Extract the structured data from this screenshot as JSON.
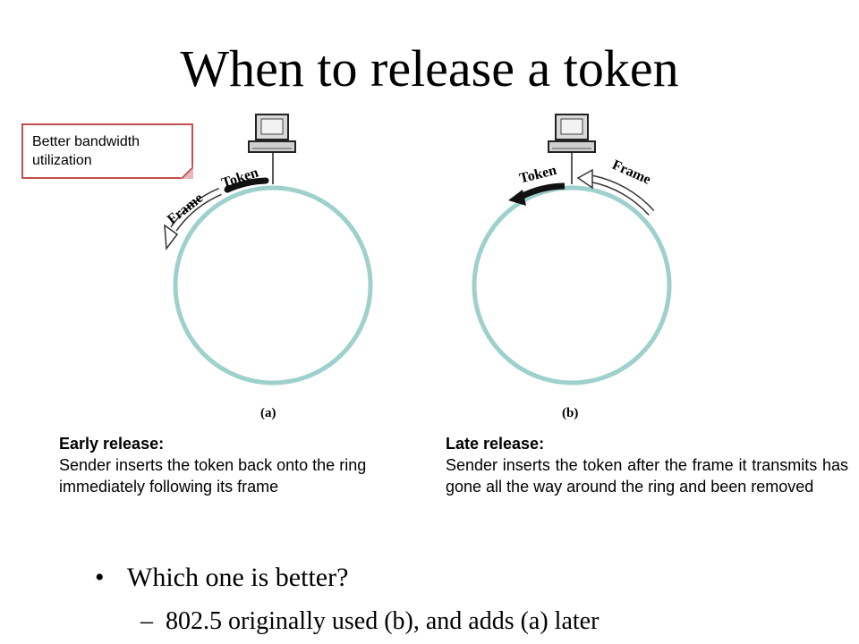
{
  "slide": {
    "title": "When to release a token",
    "callout": "Better bandwidth utilization",
    "diagram": {
      "ring_color": "#9ed0cc",
      "accent_color": "#c0504d",
      "a": {
        "token_label": "Token",
        "frame_label": "Frame",
        "caption": "(a)"
      },
      "b": {
        "token_label": "Token",
        "frame_label": "Frame",
        "caption": "(b)"
      }
    },
    "early": {
      "heading": "Early release:",
      "body": "Sender inserts the token back onto the ring immediately following its frame"
    },
    "late": {
      "heading": "Late release:",
      "body": "Sender inserts the token after the frame it transmits has gone all the way around the ring and been removed"
    },
    "bullets": [
      {
        "text": "Which one is better?",
        "marker": "•"
      },
      {
        "text": "802.5 originally used (b), and adds (a) later",
        "marker": "–"
      }
    ]
  }
}
